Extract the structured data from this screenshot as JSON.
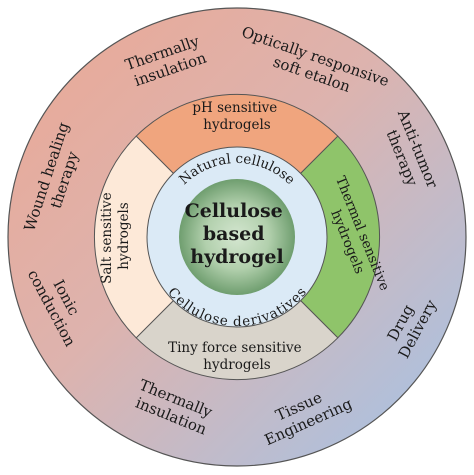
{
  "center": {
    "lines": [
      "Cellulose",
      "based",
      "hydrogel"
    ]
  },
  "inner_ring": {
    "top": "Natural cellulose",
    "bottom": "Cellulose derivatives"
  },
  "middle_ring": [
    {
      "id": "ph",
      "lines": [
        "pH sensitive",
        "hydrogels"
      ],
      "color": "#f0a57e"
    },
    {
      "id": "thermal",
      "lines": [
        "Thermal sensitive",
        "hydrogels"
      ],
      "color": "#8fc46a"
    },
    {
      "id": "tiny-force",
      "lines": [
        "Tiny force sensitive",
        "hydrogels"
      ],
      "color": "#d9d4cb"
    },
    {
      "id": "salt",
      "lines": [
        "Salt sensitive",
        "hydrogels"
      ],
      "color": "#fde9d8"
    }
  ],
  "outer_ring": [
    {
      "id": "thermally-insulation-top",
      "lines": [
        "Thermally",
        "insulation"
      ]
    },
    {
      "id": "optically-responsive",
      "lines": [
        "Optically responsive",
        "soft etalon"
      ]
    },
    {
      "id": "anti-tumor",
      "lines": [
        "Anti-tumor",
        "therapy"
      ]
    },
    {
      "id": "drug-delivery",
      "lines": [
        "Drug",
        "Delivery"
      ]
    },
    {
      "id": "tissue-engineering",
      "lines": [
        "Tissue",
        "Engineering"
      ]
    },
    {
      "id": "thermally-insulation-bottom",
      "lines": [
        "Thermally",
        "insulation"
      ]
    },
    {
      "id": "ionic-conduction",
      "lines": [
        "Ionic",
        "conduction"
      ]
    },
    {
      "id": "wound-healing",
      "lines": [
        "Wound healing",
        "therapy"
      ]
    }
  ],
  "colors": {
    "outer_warm": "#e8ab96",
    "outer_cool": "#a9c8e8",
    "inner_ring": "#dbeaf6",
    "center_light": "#c7dcc4",
    "center_dark": "#7faa7e",
    "stroke": "#444444"
  }
}
